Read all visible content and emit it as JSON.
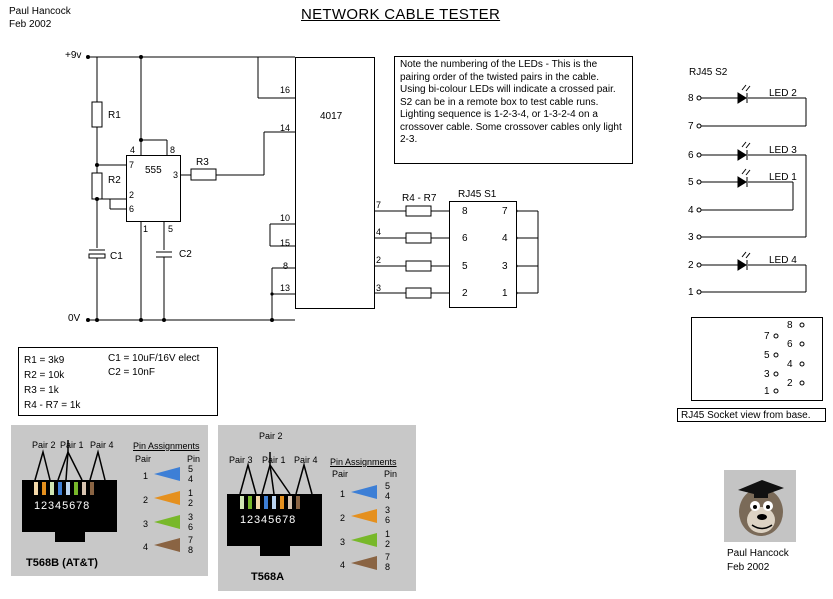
{
  "header": {
    "author": "Paul Hancock",
    "date": "Feb 2002",
    "title": "NETWORK CABLE TESTER"
  },
  "rails": {
    "vplus": "+9v",
    "zero": "0V"
  },
  "components": {
    "r1": "R1",
    "r2": "R2",
    "r3": "R3",
    "c1": "C1",
    "c2": "C2",
    "r4r7": "R4 - R7",
    "ic555": "555",
    "ic4017": "4017",
    "rj45s1": "RJ45 S1",
    "rj45s2": "RJ45 S2"
  },
  "pins555": {
    "p4": "4",
    "p8": "8",
    "p7": "7",
    "p3": "3",
    "p2": "2",
    "p6": "6",
    "p1": "1",
    "p5": "5"
  },
  "pins4017": {
    "p16": "16",
    "p14": "14",
    "p10": "10",
    "p15": "15",
    "p8": "8",
    "p13": "13",
    "p7": "7",
    "p4": "4",
    "p2": "2",
    "p3": "3"
  },
  "s1pins": {
    "l1": "8",
    "l2": "6",
    "l3": "5",
    "l4": "2",
    "r1": "7",
    "r2": "4",
    "r3": "3",
    "r4": "1"
  },
  "note": "Note the numbering of the LEDs - This is the pairing order of the twisted pairs in the cable. Using bi-colour LEDs will indicate a crossed pair. S2 can be in a remote box to test cable runs. Lighting sequence is 1-2-3-4, or 1-3-2-4 on a crossover cable. Some crossover cables only light 2-3.",
  "s2": {
    "pins": [
      "8",
      "7",
      "6",
      "5",
      "4",
      "3",
      "2",
      "1"
    ],
    "leds": [
      "LED 2",
      "LED 3",
      "LED 1",
      "LED 4"
    ]
  },
  "parts": [
    "R1 = 3k9",
    "R2 = 10k",
    "R3 = 1k",
    "R4 - R7 = 1k"
  ],
  "caps": [
    "C1 = 10uF/16V elect",
    "C2 = 10nF"
  ],
  "socket": {
    "left": [
      "7",
      "5",
      "3",
      "1"
    ],
    "right": [
      "8",
      "6",
      "4",
      "2"
    ],
    "caption": "RJ45 Socket view from base."
  },
  "t568b": {
    "pair_labels": [
      "Pair 2",
      "Pair 1",
      "Pair 4"
    ],
    "pins": "12345678",
    "assign_title": "Pin Assignments",
    "col_pair": "Pair",
    "col_pin": "Pin",
    "rows": [
      {
        "pair": "1",
        "pins": [
          "5",
          "4"
        ]
      },
      {
        "pair": "2",
        "pins": [
          "1",
          "2"
        ]
      },
      {
        "pair": "3",
        "pins": [
          "3",
          "6"
        ]
      },
      {
        "pair": "4",
        "pins": [
          "7",
          "8"
        ]
      }
    ],
    "name": "T568B (AT&T)"
  },
  "t568a": {
    "pair_labels": [
      "Pair 2",
      "Pair 3",
      "Pair 1",
      "Pair 4"
    ],
    "pins": "12345678",
    "assign_title": "Pin Assignments",
    "col_pair": "Pair",
    "col_pin": "Pin",
    "rows": [
      {
        "pair": "1",
        "pins": [
          "5",
          "4"
        ]
      },
      {
        "pair": "2",
        "pins": [
          "3",
          "6"
        ]
      },
      {
        "pair": "3",
        "pins": [
          "1",
          "2"
        ]
      },
      {
        "pair": "4",
        "pins": [
          "7",
          "8"
        ]
      }
    ],
    "name": "T568A"
  },
  "signature": {
    "name": "Paul Hancock",
    "date": "Feb 2002"
  },
  "colors": {
    "pair1": "#3d7fd6",
    "pair2": "#e5901e",
    "pair3": "#78b82a",
    "pair4": "#8a6443",
    "panel": "#c8c8c8"
  }
}
